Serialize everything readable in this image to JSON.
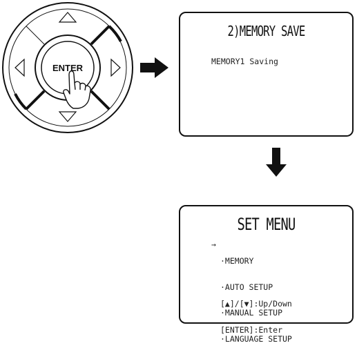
{
  "remote_pad": {
    "enter_label": "ENTER",
    "direction_keys": [
      "up-arrow-icon",
      "down-arrow-icon",
      "left-arrow-icon",
      "right-arrow-icon"
    ]
  },
  "screen_save": {
    "title": "2)MEMORY SAVE",
    "status": "MEMORY1 Saving"
  },
  "screen_menu": {
    "title": "SET MENU",
    "cursor": "→",
    "items": [
      {
        "label": "·MEMORY",
        "selected": true
      },
      {
        "label": "·AUTO SETUP",
        "selected": false
      },
      {
        "label": "·MANUAL SETUP",
        "selected": false
      },
      {
        "label": "·LANGUAGE SETUP",
        "selected": false
      }
    ],
    "help": [
      "[▲]/[▼]:Up/Down",
      "[ENTER]:Enter"
    ]
  }
}
